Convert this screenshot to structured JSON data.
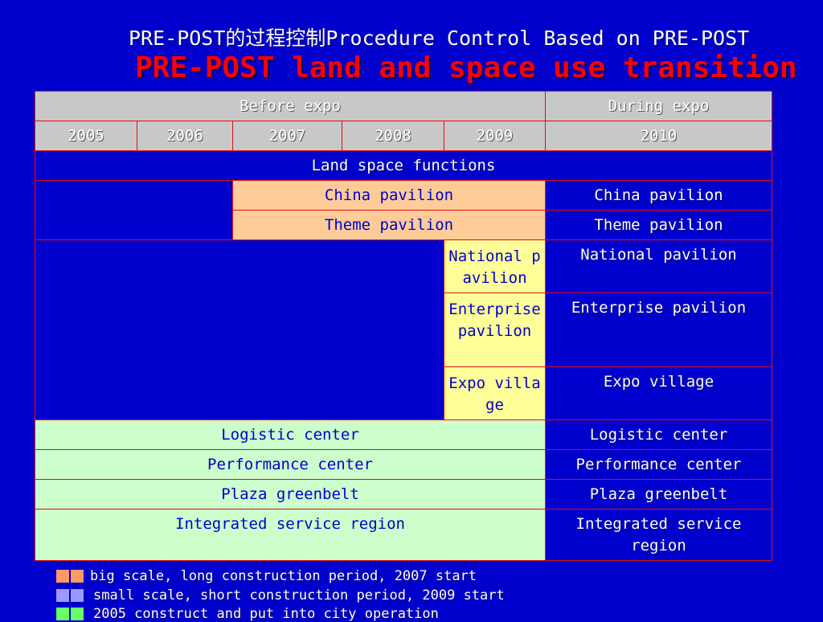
{
  "title": {
    "line1": "PRE-POST的过程控制Procedure Control Based on PRE-POST",
    "line2": "PRE-POST land and space use transition"
  },
  "table": {
    "header_groups": [
      "Before expo",
      "During expo"
    ],
    "years": [
      "2005",
      "2006",
      "2007",
      "2008",
      "2009",
      "2010"
    ],
    "section_label": "Land space functions",
    "rows": {
      "china_before": "China pavilion",
      "china_during": "China pavilion",
      "theme_before": "Theme pavilion",
      "theme_during": "Theme pavilion",
      "national_before": "National pavilion",
      "national_during": "National pavilion",
      "enterprise_before": "Enterprise pavilion",
      "enterprise_during": "Enterprise pavilion",
      "village_before": "Expo village",
      "village_during": "Expo village",
      "logistic_before": "Logistic center",
      "logistic_during": "Logistic center",
      "performance_before": "Performance center",
      "performance_during": "Performance center",
      "plaza_before": "Plaza greenbelt",
      "plaza_during": "Plaza greenbelt",
      "integrated_before": "Integrated service region",
      "integrated_during": "Integrated service region"
    }
  },
  "legend": [
    {
      "color": "#ff9966",
      "text": "big scale, long construction period, 2007 start"
    },
    {
      "color": "#9999ff",
      "text": "small scale, short construction period, 2009 start"
    },
    {
      "color": "#66ff66",
      "text": "2005 construct and put into city operation"
    }
  ],
  "colors": {
    "background": "#0000cc",
    "title_accent": "#ff0000",
    "border": "#e01010",
    "header_fill": "#c8c8c8",
    "orange_fill": "#ffcc99",
    "yellow_fill": "#ffff99",
    "green_fill": "#ccffcc"
  }
}
